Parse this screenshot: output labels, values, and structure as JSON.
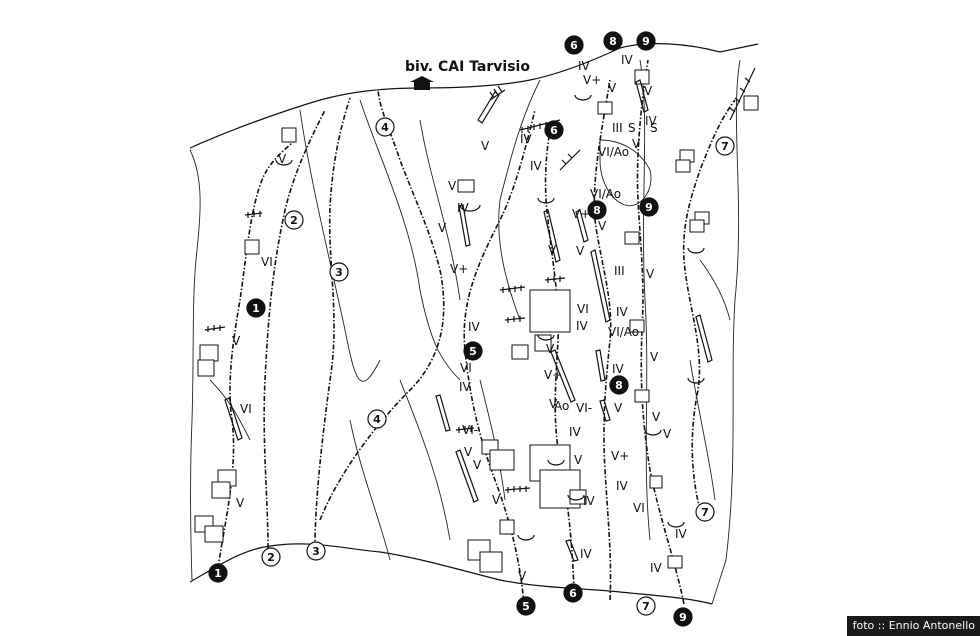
{
  "hut": {
    "label": "biv. CAI Tarvisio",
    "icon": "hut-arrow-icon"
  },
  "credit": "foto :: Ennio Antonello",
  "route_markers": [
    {
      "id": "m1-top",
      "num": "1",
      "filled": true
    },
    {
      "id": "m1-bottom",
      "num": "1",
      "filled": true
    },
    {
      "id": "m2-top",
      "num": "2",
      "filled": false
    },
    {
      "id": "m2-bottom",
      "num": "2",
      "filled": false
    },
    {
      "id": "m3-top",
      "num": "3",
      "filled": false
    },
    {
      "id": "m3-bottom",
      "num": "3",
      "filled": false
    },
    {
      "id": "m4-top",
      "num": "4",
      "filled": false
    },
    {
      "id": "m4-mid",
      "num": "4",
      "filled": false
    },
    {
      "id": "m5-mid",
      "num": "5",
      "filled": true
    },
    {
      "id": "m5-bottom",
      "num": "5",
      "filled": true
    },
    {
      "id": "m6-top",
      "num": "6",
      "filled": true
    },
    {
      "id": "m6-mid",
      "num": "6",
      "filled": true
    },
    {
      "id": "m6-bottom",
      "num": "6",
      "filled": true
    },
    {
      "id": "m7-top",
      "num": "7",
      "filled": false
    },
    {
      "id": "m7-mid",
      "num": "7",
      "filled": false
    },
    {
      "id": "m7-bottom",
      "num": "7",
      "filled": false
    },
    {
      "id": "m8-top",
      "num": "8",
      "filled": true
    },
    {
      "id": "m8-upper",
      "num": "8",
      "filled": true
    },
    {
      "id": "m8-mid",
      "num": "8",
      "filled": true
    },
    {
      "id": "m9-top",
      "num": "9",
      "filled": true
    },
    {
      "id": "m9-mid",
      "num": "9",
      "filled": true
    },
    {
      "id": "m9-bottom",
      "num": "9",
      "filled": true
    }
  ],
  "grades": [
    "IV",
    "V+",
    "V",
    "IV",
    "V",
    "III",
    "S",
    "S",
    "IV",
    "IV",
    "V",
    "VI/Ao",
    "VI/Ao",
    "V",
    "IV",
    "V",
    "III",
    "V",
    "IV",
    "VI/Ao",
    "V",
    "IV",
    "V",
    "V",
    "V",
    "IV",
    "V",
    "V+",
    "IV",
    "VI",
    "IV",
    "VI-",
    "V",
    "IV",
    "V+",
    "VI-",
    "V",
    "IV",
    "V",
    "V",
    "VI",
    "V",
    "V+",
    "V",
    "Ao",
    "V",
    "V+",
    "IV",
    "V",
    "IV",
    "VI",
    "IV",
    "IV",
    "V",
    "IV",
    "VI",
    "V",
    "VI",
    "V",
    "V",
    "V"
  ]
}
